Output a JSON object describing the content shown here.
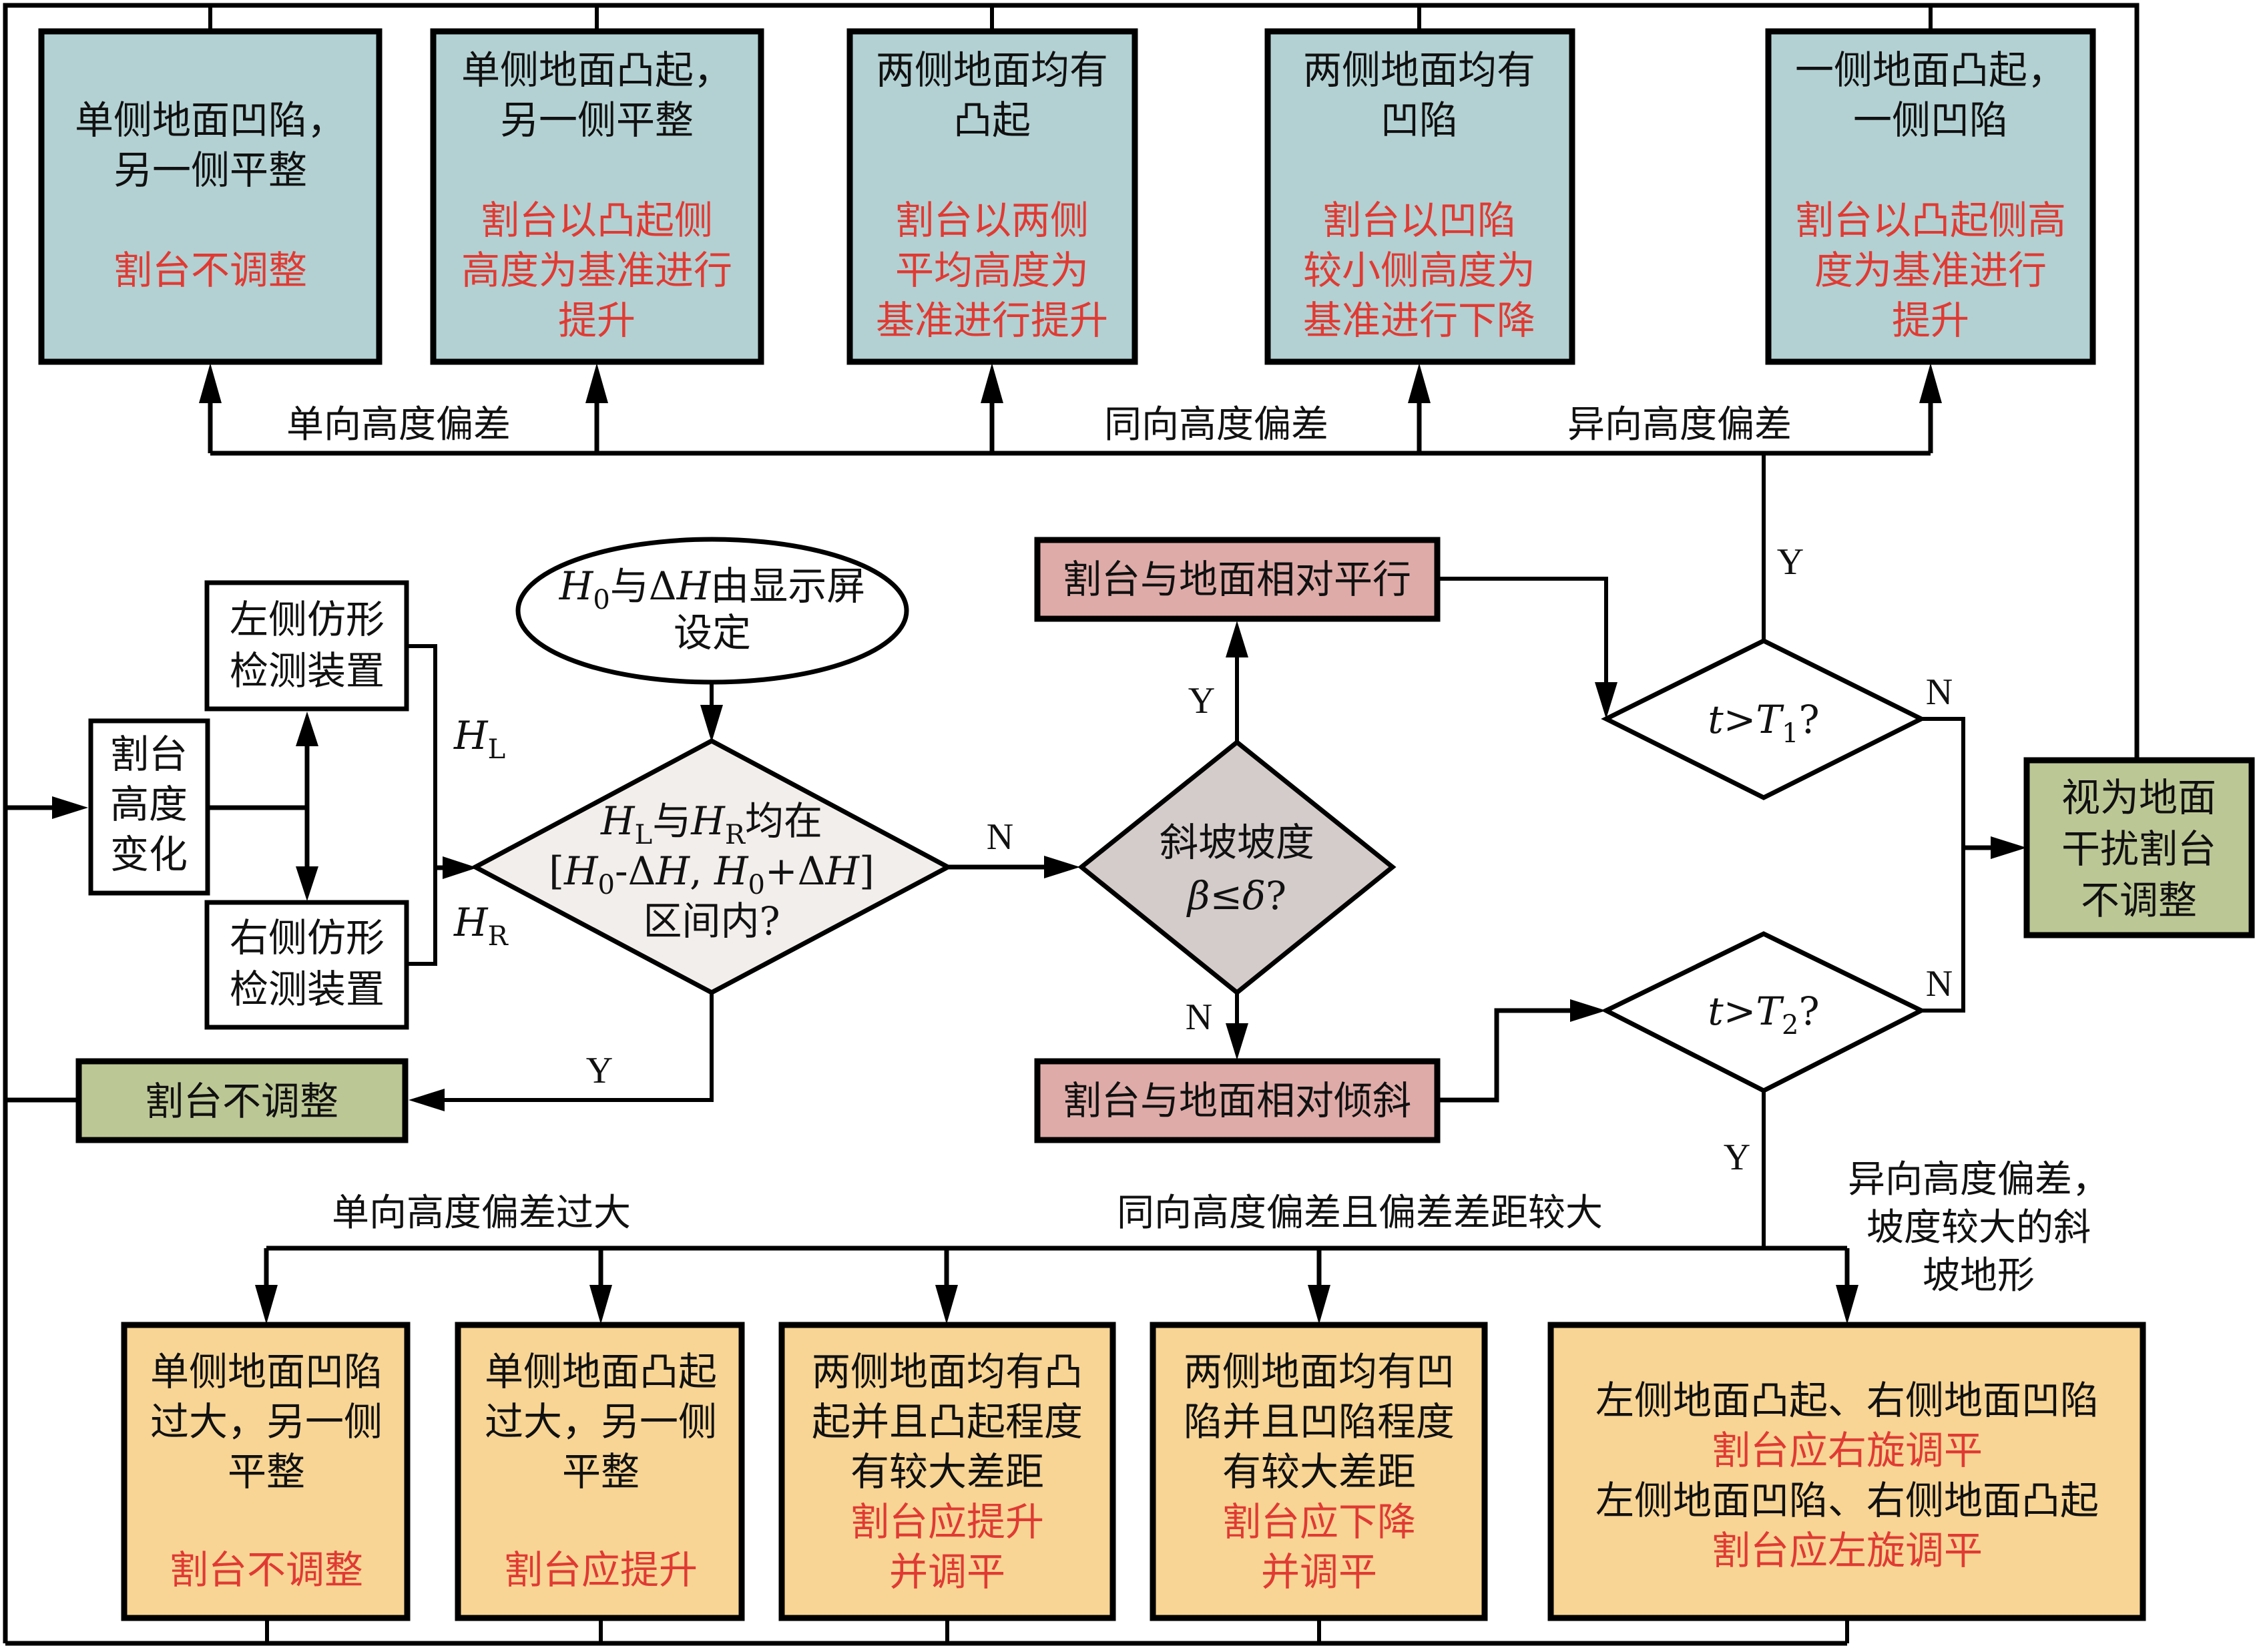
{
  "top_branch_labels": {
    "one_way": "单向高度偏差",
    "same_way": "同向高度偏差",
    "opposite_way": "异向高度偏差"
  },
  "top_boxes": [
    {
      "condition": [
        "单侧地面凹陷，",
        "另一侧平整"
      ],
      "action": [
        "割台不调整"
      ]
    },
    {
      "condition": [
        "单侧地面凸起，",
        "另一侧平整"
      ],
      "action": [
        "割台以凸起侧",
        "高度为基准进行",
        "提升"
      ]
    },
    {
      "condition": [
        "两侧地面均有",
        "凸起"
      ],
      "action": [
        "割台以两侧",
        "平均高度为",
        "基准进行提升"
      ]
    },
    {
      "condition": [
        "两侧地面均有",
        "凹陷"
      ],
      "action": [
        "割台以凹陷",
        "较小侧高度为",
        "基准进行下降"
      ]
    },
    {
      "condition": [
        "一侧地面凸起，",
        "一侧凹陷"
      ],
      "action": [
        "割台以凸起侧高",
        "度为基准进行",
        "提升"
      ]
    }
  ],
  "input": {
    "height_change": [
      "割台",
      "高度",
      "变化"
    ],
    "left_sensor": [
      "左侧仿形",
      "检测装置"
    ],
    "right_sensor": [
      "右侧仿形",
      "检测装置"
    ],
    "hl_label": [
      {
        "t": "H",
        "i": true
      },
      {
        "t": "L",
        "sub": true
      }
    ],
    "hr_label": [
      {
        "t": "H",
        "i": true
      },
      {
        "t": "R",
        "sub": true
      }
    ]
  },
  "setting_ellipse": {
    "line1": [
      {
        "t": "H",
        "i": true
      },
      {
        "t": "0",
        "sub": true
      },
      {
        "t": "与Δ"
      },
      {
        "t": "H",
        "i": true
      },
      {
        "t": "由显示屏"
      }
    ],
    "line2": "设定"
  },
  "range_decision": {
    "line1": [
      {
        "t": "H",
        "i": true
      },
      {
        "t": "L",
        "sub": true
      },
      {
        "t": "与"
      },
      {
        "t": "H",
        "i": true
      },
      {
        "t": "R",
        "sub": true
      },
      {
        "t": "均在"
      }
    ],
    "line2": [
      {
        "t": "["
      },
      {
        "t": "H",
        "i": true
      },
      {
        "t": "0",
        "sub": true
      },
      {
        "t": "-Δ"
      },
      {
        "t": "H",
        "i": true
      },
      {
        "t": ", "
      },
      {
        "t": "H",
        "i": true
      },
      {
        "t": "0",
        "sub": true
      },
      {
        "t": "+Δ"
      },
      {
        "t": "H",
        "i": true
      },
      {
        "t": "]"
      }
    ],
    "line3": "区间内?",
    "yes": "Y",
    "no": "N"
  },
  "no_adjust_box": "割台不调整",
  "slope_decision": {
    "line1": "斜坡坡度",
    "line2": [
      {
        "t": "β",
        "i": true
      },
      {
        "t": "≤"
      },
      {
        "t": "δ",
        "i": true
      },
      {
        "t": "?"
      }
    ],
    "yes": "Y",
    "no": "N"
  },
  "parallel_box": "割台与地面相对平行",
  "tilted_box": "割台与地面相对倾斜",
  "t1_decision": {
    "label": [
      {
        "t": "t",
        "i": true
      },
      {
        "t": ">"
      },
      {
        "t": "T",
        "i": true
      },
      {
        "t": "1",
        "sub": true
      },
      {
        "t": "?"
      }
    ],
    "yes": "Y",
    "no": "N"
  },
  "t2_decision": {
    "label": [
      {
        "t": "t",
        "i": true
      },
      {
        "t": ">"
      },
      {
        "t": "T",
        "i": true
      },
      {
        "t": "2",
        "sub": true
      },
      {
        "t": "?"
      }
    ],
    "yes": "Y",
    "no": "N"
  },
  "interference_box": [
    "视为地面",
    "干扰割台",
    "不调整"
  ],
  "bottom_branch_labels": {
    "one_way_large": "单向高度偏差过大",
    "same_way_large": "同向高度偏差且偏差差距较大",
    "opposite_slope": [
      "异向高度偏差，",
      "坡度较大的斜",
      "坡地形"
    ]
  },
  "bottom_boxes": [
    {
      "condition": [
        "单侧地面凹陷",
        "过大，另一侧",
        "平整"
      ],
      "action": [
        "割台不调整"
      ]
    },
    {
      "condition": [
        "单侧地面凸起",
        "过大，另一侧",
        "平整"
      ],
      "action": [
        "割台应提升"
      ]
    },
    {
      "condition": [
        "两侧地面均有凸",
        "起并且凸起程度",
        "有较大差距"
      ],
      "action": [
        "割台应提升",
        "并调平"
      ]
    },
    {
      "condition": [
        "两侧地面均有凹",
        "陷并且凹陷程度",
        "有较大差距"
      ],
      "action": [
        "割台应下降",
        "并调平"
      ]
    },
    {
      "lines": [
        {
          "text": "左侧地面凸起、右侧地面凹陷",
          "red": false
        },
        {
          "text": "割台应右旋调平",
          "red": true
        },
        {
          "text": "左侧地面凹陷、右侧地面凸起",
          "red": false
        },
        {
          "text": "割台应左旋调平",
          "red": true
        }
      ]
    }
  ],
  "colors": {
    "condition_box_top": "#b3d1d3",
    "condition_box_bottom": "#f8d595",
    "no_adjust_box": "#bcc796",
    "state_box": "#deaba8",
    "range_decision": "#f2eeec",
    "slope_decision": "#d4cccb",
    "action_text": "#e03a33"
  }
}
